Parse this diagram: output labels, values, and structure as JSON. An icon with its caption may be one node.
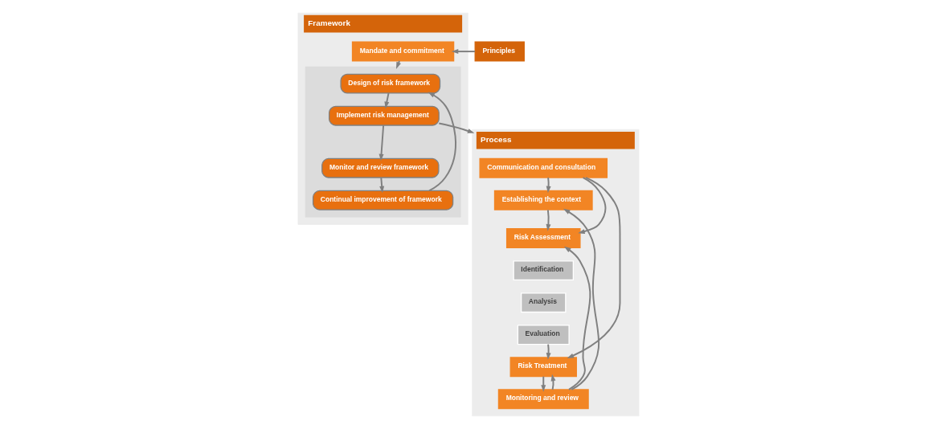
{
  "diagram": {
    "nodes": [
      {
        "text": [
          "Framework"
        ]
      },
      {
        "text": [
          "Process"
        ]
      },
      {
        "text": [
          "Principles"
        ]
      },
      {
        "text": [
          "Mandate and commitment"
        ],
        "in": 0
      },
      {
        "text": [],
        "shape": "box",
        "in": 0
      },
      {
        "text": [
          "Design of risk framework"
        ],
        "in": 4
      },
      {
        "text": [
          "Implement risk management"
        ],
        "in": 4
      },
      {
        "text": [
          "Monitor and review framework"
        ],
        "in": 4
      },
      {
        "text": [
          "Continual improvement of framework"
        ],
        "in": 4
      },
      {
        "text": [
          "Communication and consultation"
        ],
        "in": 1
      },
      {
        "text": [
          "Establishing the context"
        ],
        "in": 1
      },
      {
        "text": [
          "Risk Assessment"
        ],
        "in": 1
      },
      {
        "text": [
          "Identification"
        ],
        "in": 1
      },
      {
        "text": [
          "Analysis"
        ],
        "in": 1
      },
      {
        "text": [
          "Evaluation"
        ],
        "in": 1
      },
      {
        "text": [
          "Risk Treatment"
        ],
        "in": 1
      },
      {
        "text": [
          "Monitoring and review"
        ],
        "in": 1
      }
    ],
    "edges": [
      {
        "from": 2,
        "to": 3,
        "arrow": "to"
      },
      {
        "from": 3,
        "to": 4,
        "arrow": "to"
      },
      {
        "from": 5,
        "to": 6,
        "arrow": "to"
      },
      {
        "from": 6,
        "to": 7,
        "arrow": "to"
      },
      {
        "from": 7,
        "to": 8,
        "arrow": "to"
      },
      {
        "from": 8,
        "to": 5,
        "arrow": "to"
      },
      {
        "from": 6,
        "to": 1,
        "arrow": "to"
      },
      {
        "from": 9,
        "to": 10,
        "arrow": "to"
      },
      {
        "from": 9,
        "to": 11,
        "arrow": "to"
      },
      {
        "from": 9,
        "to": 15,
        "arrow": "to"
      },
      {
        "from": 10,
        "to": 11,
        "arrow": "to"
      },
      {
        "from": 14,
        "to": 15,
        "arrow": "to"
      },
      {
        "from": 15,
        "to": 16,
        "arrow": "to"
      },
      {
        "from": 16,
        "to": 10,
        "arrow": "to"
      },
      {
        "from": 16,
        "to": 11,
        "arrow": "to"
      },
      {
        "from": 16,
        "to": 15,
        "arrow": "to"
      }
    ]
  }
}
